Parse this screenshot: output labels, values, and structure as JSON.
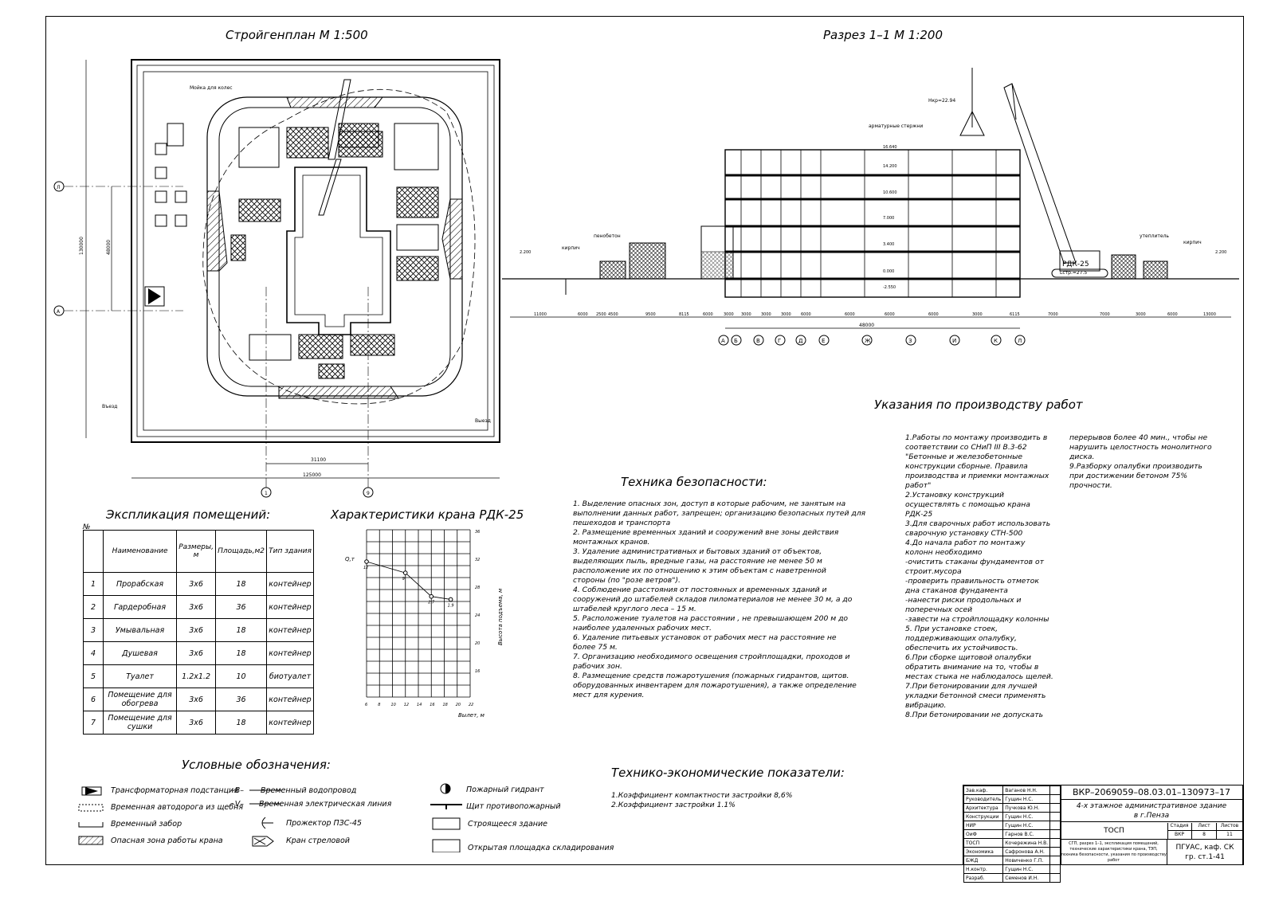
{
  "drawing": {
    "siteplan_title": "Стройгенплан М 1:500",
    "section_title": "Разрез 1–1 М 1:200",
    "siteplan_labels": {
      "wash": "Мойка для колес",
      "entry": "Въезд",
      "exit": "Выезд",
      "dim_total_h": "130000",
      "dim_total_w": "125000",
      "dim_31100": "31100",
      "dim_48000": "48000",
      "axis_L": "Л",
      "axis_A": "А",
      "axis_1": "1",
      "axis_9": "9"
    },
    "section_labels": {
      "kirpich_left": "кирпич",
      "penobeton": "пенобетон",
      "armatura": "арматурные стержни",
      "hkp": "Нкр=22.94",
      "uteplitel": "утеплитель",
      "kirpich_right": "кирпич",
      "crane": "РДК-25",
      "crane_sub": "Lстр.=27.5",
      "levels": [
        "16.640",
        "14.200",
        "10.600",
        "7.000",
        "3.400",
        "0.000",
        "-2.550",
        "2.200",
        "2.200"
      ],
      "dims": [
        "11000",
        "6000",
        "2500",
        "4500",
        "9500",
        "8115",
        "6000",
        "3000",
        "3000",
        "3000",
        "3000",
        "6000",
        "6000",
        "6000",
        "6000",
        "3000",
        "6115",
        "7000",
        "7000",
        "3000",
        "6000",
        "13000"
      ],
      "dim_total": "48000",
      "axes": [
        "А",
        "Б",
        "В",
        "Г",
        "Д",
        "Е",
        "Ж",
        "З",
        "И",
        "К",
        "Л"
      ]
    }
  },
  "explication": {
    "title": "Экспликация помещений:",
    "no_label": "№",
    "headers": [
      "Наименование",
      "Размеры, м",
      "Площадь,м2",
      "Тип здания"
    ],
    "rows": [
      {
        "n": "1",
        "name": "Прорабская",
        "size": "3х6",
        "area": "18",
        "type": "контейнер"
      },
      {
        "n": "2",
        "name": "Гардеробная",
        "size": "3х6",
        "area": "36",
        "type": "контейнер"
      },
      {
        "n": "3",
        "name": "Умывальная",
        "size": "3х6",
        "area": "18",
        "type": "контейнер"
      },
      {
        "n": "4",
        "name": "Душевая",
        "size": "3х6",
        "area": "18",
        "type": "контейнер"
      },
      {
        "n": "5",
        "name": "Туалет",
        "size": "1.2х1.2",
        "area": "10",
        "type": "биотуалет"
      },
      {
        "n": "6",
        "name": "Помещение для обогрева",
        "size": "3х6",
        "area": "36",
        "type": "контейнер"
      },
      {
        "n": "7",
        "name": "Помещение для сушки",
        "size": "3х6",
        "area": "18",
        "type": "контейнер"
      }
    ]
  },
  "crane_chart": {
    "title": "Характеристики крана РДК-25",
    "ylabel_left": "Q,т",
    "ylabel_right": "Высота подъема, м",
    "xlabel": "Вылет, м",
    "x_ticks": [
      "6",
      "8",
      "10",
      "12",
      "14",
      "16",
      "18",
      "20",
      "22"
    ],
    "y_ticks_right": [
      "36",
      "32",
      "28",
      "24",
      "20",
      "16"
    ],
    "point_labels": [
      "12",
      "9",
      "2.7",
      "1.9"
    ]
  },
  "chart_data": {
    "type": "line",
    "title": "Характеристики крана РДК-25",
    "xlabel": "Вылет, м",
    "ylabel": "Q,т",
    "x": [
      6,
      12,
      16,
      19
    ],
    "y": [
      12,
      9,
      2.7,
      1.9
    ],
    "xlim": [
      6,
      22
    ]
  },
  "safety": {
    "title": "Техника безопасности:",
    "lines": [
      "1. Выделение опасных зон, доступ в которые рабочим, не занятым на",
      "выполнении данных работ, запрещен; организацию безопасных путей для",
      "пешеходов и транспорта",
      "2. Размещение временных зданий и сооружений вне зоны действия",
      "монтажных кранов.",
      "3. Удаление административных и бытовых зданий от объектов,",
      "выделяющих пыль, вредные газы, на расстояние не менее 50 м",
      "расположение их по отношению к этим объектам с наветренной",
      "стороны (по \"розе ветров\").",
      "4. Соблюдение расстояния от постоянных и временных зданий и",
      "сооружений до штабелей складов пиломатериалов не менее 30 м, а до",
      "штабелей круглого леса – 15 м.",
      "5. Расположение туалетов на расстоянии , не превышающем 200 м до",
      "наиболее удаленных рабочих мест.",
      "6. Удаление питьевых установок от рабочих мест на расстояние не",
      "более 75 м.",
      "7. Организацию необходимого освещения стройплощадки, проходов и",
      "рабочих зон.",
      "8. Размещение средств пожаротушения (пожарных гидрантов, щитов.",
      "оборудованных инвентарем для пожаротушения), а также определение",
      "мест для курения."
    ]
  },
  "works": {
    "title": "Указания по производству работ",
    "col1": [
      "1.Работы по монтажу производить в",
      "соответствии со СНиП III В.3-62",
      "\"Бетонные и железобетонные",
      "конструкции сборные. Правила",
      "производства и приемки монтажных",
      "работ\"",
      "2.Установку конструкций",
      "осуществлять с помощью крана",
      "РДК-25",
      "3.Для сварочных работ использовать",
      "сварочную установку СТН-500",
      "4.До начала работ по монтажу",
      "колонн необходимо",
      "-очистить стаканы фундаментов от",
      "строит.мусора",
      "-проверить правильность отметок",
      "дна стаканов фундамента",
      "-нанести риски продольных и",
      "поперечных осей",
      "-завести на стройплощадку колонны",
      "5. При установке стоек,",
      "поддерживающих опалубку,",
      "обеспечить их устойчивость.",
      "6.При сборке щитовой опалубки",
      "обратить внимание на то, чтобы в",
      "местах стыка не наблюдалось щелей.",
      "7.При бетонировании для лучшей",
      "укладки бетонной смеси применять",
      "вибрацию.",
      "8.При бетонировании не допускать"
    ],
    "col2": [
      "перерывов более 40 мин., чтобы не",
      "нарушить целостность монолитного",
      "диска.",
      "9.Разборку опалубки производить",
      "при достижении бетоном 75%",
      "прочности."
    ]
  },
  "tep": {
    "title": "Технико-экономические показатели:",
    "lines": [
      "1.Коэффициент компактности застройки 8,6%",
      "2.Коэффициент застройки 1.1%"
    ]
  },
  "legend": {
    "title": "Условные обозначения:",
    "items": [
      "Трансформаторная подстанция",
      "Временная автодорога из щебня",
      "Временный забор",
      "Опасная зона работы крана",
      "Временный водопровод",
      "Временная электрическая линия",
      "Прожектор ПЗС-45",
      "Кран стреловой",
      "Пожарный гидрант",
      "Щит противопожарный",
      "Строящееся здание",
      "Открытая площадка складирования"
    ],
    "line_codes": [
      "–В–",
      "–V–"
    ]
  },
  "stamp": {
    "code": "ВКР–2069059–08.03.01–130973–17",
    "project": "4-х этажное административное здание",
    "city": "в г.Пенза",
    "section": "ТОСП",
    "stage_h": "Стадия",
    "sheet_h": "Лист",
    "sheets_h": "Листов",
    "stage": "ВКР",
    "sheet": "8",
    "sheets": "11",
    "org": "ПГУАС, каф. СК",
    "group": "гр. ст.1-41",
    "sheet_desc": "СГП, разрез 1–1, экспликация помещений, технические характеристики крана, ТЭП, техника безопасности, указания по производству работ",
    "roles": [
      {
        "role": "Зав.каф.",
        "name": "Ваганов Н.Н."
      },
      {
        "role": "Руководитель",
        "name": "Гущин Н.С."
      },
      {
        "role": "Архитектура",
        "name": "Пучкова Ю.Н."
      },
      {
        "role": "Конструкции",
        "name": "Гущин Н.С."
      },
      {
        "role": "НИР",
        "name": "Гущин Н.С."
      },
      {
        "role": "ОиФ",
        "name": "Гарнов В.С."
      },
      {
        "role": "ТОСП",
        "name": "Кочережина Н.В."
      },
      {
        "role": "Экономика",
        "name": "Сафронова А.Н."
      },
      {
        "role": "БЖД",
        "name": "Новиченко Г.П."
      },
      {
        "role": "Н.контр.",
        "name": "Гущин Н.С."
      },
      {
        "role": "Разраб.",
        "name": "Семенов И.Н."
      }
    ]
  }
}
